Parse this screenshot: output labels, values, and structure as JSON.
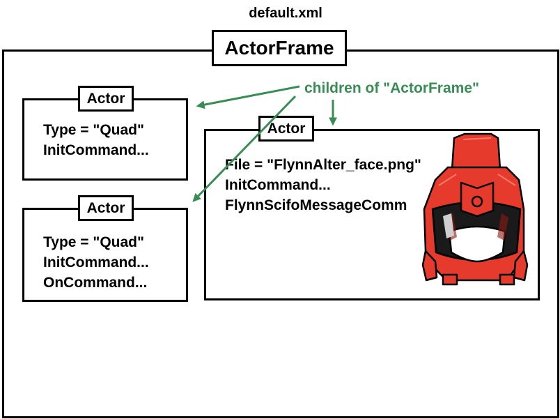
{
  "diagram": {
    "file_title": "default.xml",
    "frame": {
      "label": "ActorFrame"
    },
    "annotation": {
      "text": "children of \"ActorFrame\"",
      "color": "#3a8c55"
    },
    "actors": [
      {
        "label": "Actor",
        "lines": [
          "Type = \"Quad\"",
          "InitCommand..."
        ]
      },
      {
        "label": "Actor",
        "lines": [
          "Type = \"Quad\"",
          "InitCommand...",
          "OnCommand..."
        ]
      },
      {
        "label": "Actor",
        "lines": [
          "File = \"FlynnAlter_face.png\"",
          "InitCommand...",
          "FlynnScifoMessageComm"
        ]
      }
    ],
    "image": {
      "icon": "red-helmet-icon",
      "colors": {
        "red": "#e63a2c",
        "dark_red": "#8e1a12",
        "visor": "#1a1a1a",
        "face": "#ffffff"
      }
    }
  }
}
